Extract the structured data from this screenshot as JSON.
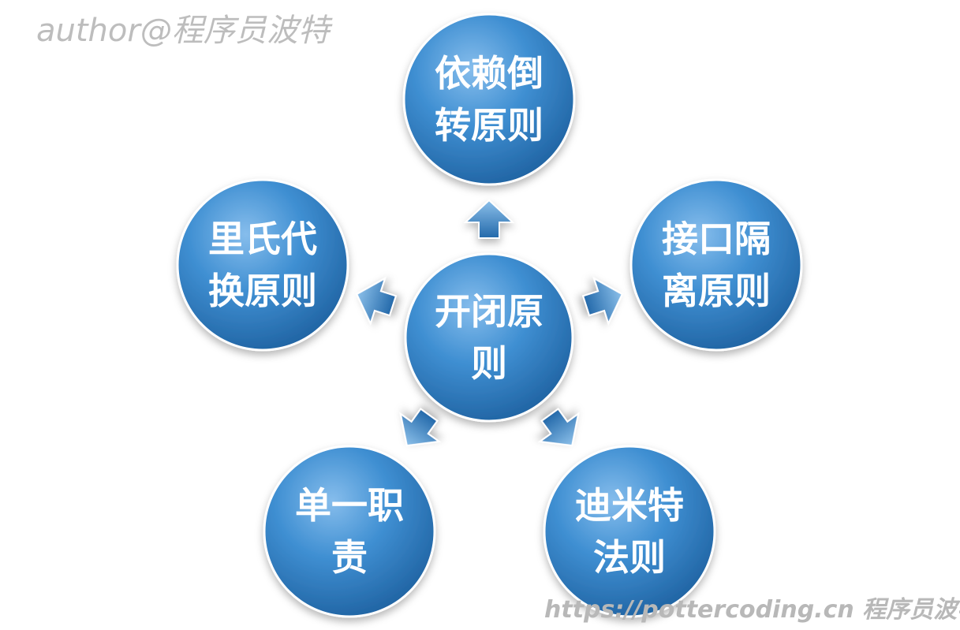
{
  "watermark": {
    "author": "author@程序员波特",
    "site": "https://pottercoding.cn 程序员波特"
  },
  "diagram": {
    "colors": {
      "fill": "#2f7fc4",
      "highlight": "#7fb6e6",
      "edge": "#1d5f9e",
      "text": "#ffffff"
    },
    "center": {
      "id": "open-closed",
      "lines": [
        "开闭原",
        "则"
      ]
    },
    "nodes": [
      {
        "id": "dependency-inversion",
        "lines": [
          "依赖倒",
          "转原则"
        ]
      },
      {
        "id": "interface-segregation",
        "lines": [
          "接口隔",
          "离原则"
        ]
      },
      {
        "id": "law-of-demeter",
        "lines": [
          "迪米特",
          "法则"
        ]
      },
      {
        "id": "single-responsibility",
        "lines": [
          "单一职",
          "责"
        ]
      },
      {
        "id": "liskov-substitution",
        "lines": [
          "里氏代",
          "换原则"
        ]
      }
    ]
  }
}
